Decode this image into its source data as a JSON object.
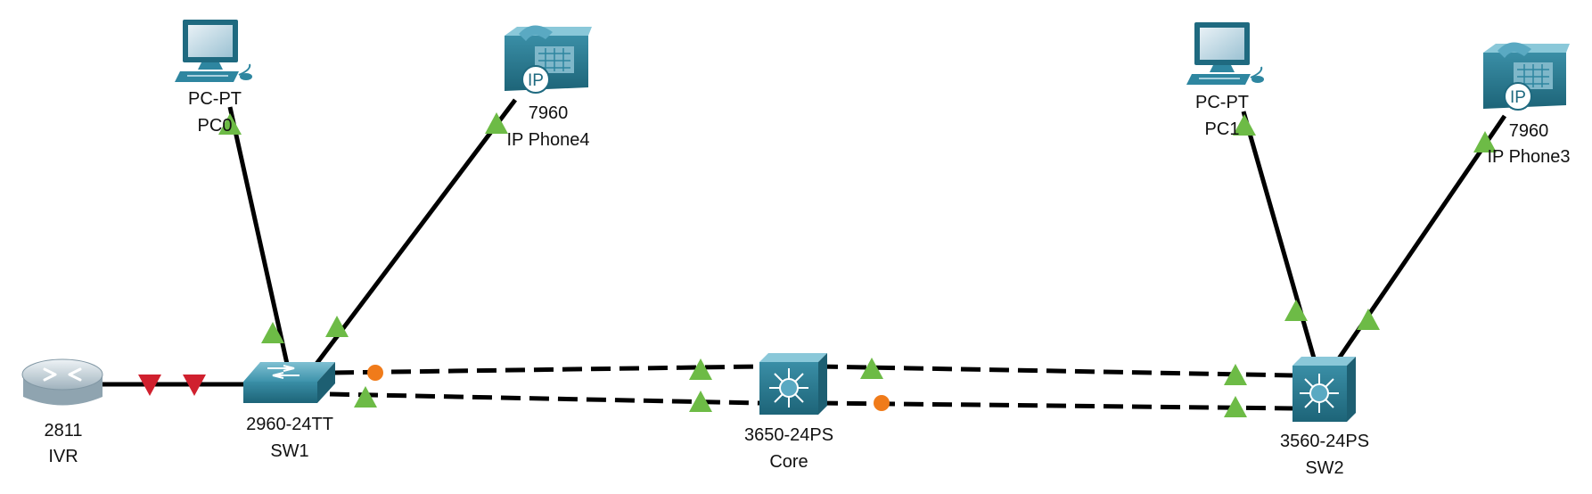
{
  "colors": {
    "link": "#000000",
    "link_up": "#6dbb46",
    "link_down": "#d0202e",
    "link_blocking": "#f07b1a",
    "device_teal": "#2e86a0",
    "device_teal_dark": "#1f6a80",
    "device_light": "#c6d9e3"
  },
  "devices": {
    "ivr": {
      "model": "2811",
      "name": "IVR",
      "icon": "router-icon"
    },
    "sw1": {
      "model": "2960-24TT",
      "name": "SW1",
      "icon": "switch-icon"
    },
    "pc0": {
      "model": "PC-PT",
      "name": "PC0",
      "icon": "pc-icon"
    },
    "phone4": {
      "model": "7960",
      "name": "IP Phone4",
      "icon": "ip-phone-icon",
      "badge": "IP"
    },
    "core": {
      "model": "3650-24PS",
      "name": "Core",
      "icon": "multilayer-switch-icon"
    },
    "sw2": {
      "model": "3560-24PS",
      "name": "SW2",
      "icon": "multilayer-switch-icon"
    },
    "pc1": {
      "model": "PC-PT",
      "name": "PC1",
      "icon": "pc-icon"
    },
    "phone3": {
      "model": "7960",
      "name": "IP Phone3",
      "icon": "ip-phone-icon",
      "badge": "IP"
    }
  },
  "links": [
    {
      "from": "ivr",
      "to": "sw1",
      "style": "solid",
      "end_a": "down",
      "end_b": "down"
    },
    {
      "from": "sw1",
      "to": "pc0",
      "style": "solid",
      "end_a": "up",
      "end_b": "up"
    },
    {
      "from": "sw1",
      "to": "phone4",
      "style": "solid",
      "end_a": "up",
      "end_b": "up"
    },
    {
      "from": "sw1",
      "to": "core",
      "style": "dashed",
      "end_a": "blocking",
      "end_b": "up"
    },
    {
      "from": "sw1",
      "to": "core",
      "style": "dashed",
      "end_a": "up",
      "end_b": "up"
    },
    {
      "from": "core",
      "to": "sw2",
      "style": "dashed",
      "end_a": "up",
      "end_b": "up"
    },
    {
      "from": "core",
      "to": "sw2",
      "style": "dashed",
      "end_a": "blocking",
      "end_b": "up"
    },
    {
      "from": "sw2",
      "to": "pc1",
      "style": "solid",
      "end_a": "up",
      "end_b": "up"
    },
    {
      "from": "sw2",
      "to": "phone3",
      "style": "solid",
      "end_a": "up",
      "end_b": "up"
    }
  ]
}
